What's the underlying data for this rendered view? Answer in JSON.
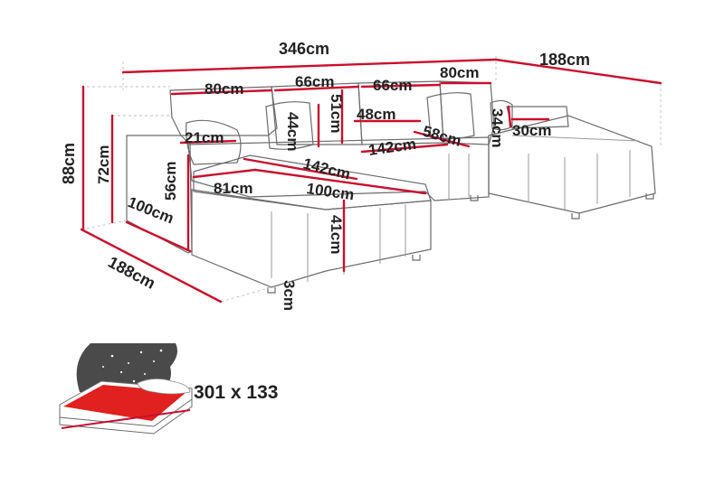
{
  "colors": {
    "dimension_line": "#c8102e",
    "outline": "#6b6b6b",
    "bed_surface": "#e0211f",
    "night_sky": "#4a4a4a",
    "text": "#222222"
  },
  "dimensions": {
    "total_width": "346cm",
    "right_depth": "188cm",
    "left_back_width": "80cm",
    "center_back_1": "66cm",
    "center_back_2": "66cm",
    "right_back_width": "80cm",
    "total_height": "88cm",
    "side_height": "72cm",
    "pillow_height": "44cm",
    "back_cushion_height": "51cm",
    "seat_depth_1": "48cm",
    "armrest_width": "21cm",
    "seat_width_left": "142cm",
    "seat_width_center": "142cm",
    "seat_depth_2": "58cm",
    "right_back_height": "34cm",
    "right_arm_width": "30cm",
    "arm_height": "56cm",
    "chaise_width": "81cm",
    "chaise_length": "100cm",
    "side_depth": "100cm",
    "seat_height": "41cm",
    "left_depth": "188cm",
    "leg_height": "3cm"
  },
  "icons": {
    "bed_function": "sleep-function-icon"
  },
  "bed": {
    "size_label": "301 x 133"
  }
}
